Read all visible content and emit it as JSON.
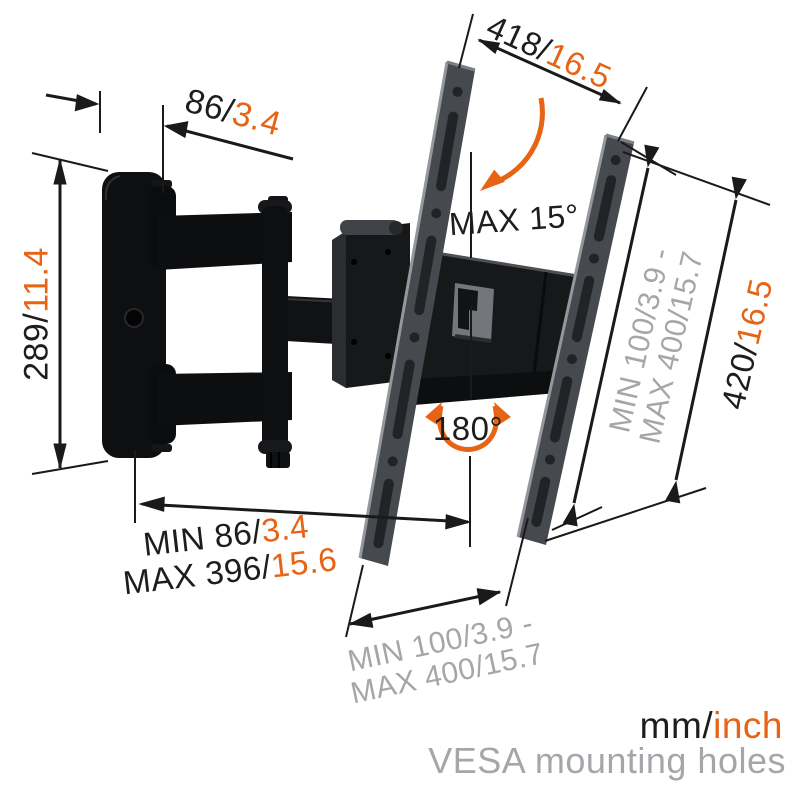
{
  "colors": {
    "accent_orange": "#e66414",
    "ink_black": "#1d1d1b",
    "muted_gray": "#a4a6a9"
  },
  "labels": {
    "top_width": {
      "mm": "418/",
      "inch": "16.5"
    },
    "wall_depth": {
      "mm": "86/",
      "inch": "3.4"
    },
    "wall_plate_height": {
      "mm": "289/",
      "inch": "11.4"
    },
    "max_tilt": "MAX 15°",
    "swivel_range": "180°",
    "arm_reach_min": {
      "mm": "MIN 86/",
      "inch": "3.4"
    },
    "arm_reach_max": {
      "mm": "MAX 396/",
      "inch": "15.6"
    },
    "vesa_width": {
      "line1": "MIN 100/3.9 -",
      "line2": "MAX 400/15.7"
    },
    "vesa_height": {
      "line1": "MIN 100/3.9 -",
      "line2": "MAX 400/15.7"
    },
    "rail_length": {
      "mm": "420/",
      "inch": "16.5"
    },
    "units": {
      "mm": "mm/",
      "inch": "inch"
    },
    "caption": "VESA mounting holes"
  }
}
